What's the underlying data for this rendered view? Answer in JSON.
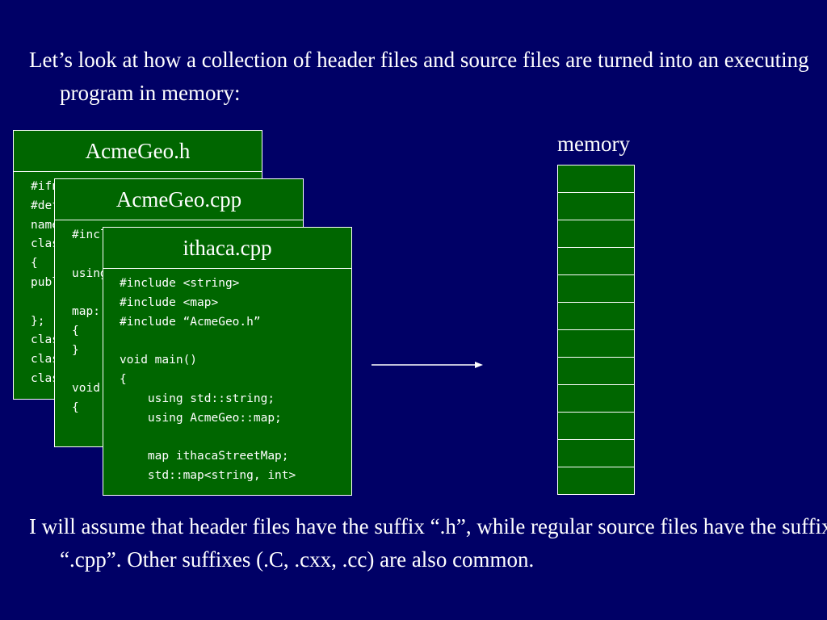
{
  "intro_text": "Let’s look at how a collection of header files and source files are turned into an executing program in memory:",
  "files": [
    {
      "title": "AcmeGeo.h",
      "lines": [
        "#ifndef",
        "#define",
        "namespace",
        "class",
        "{",
        "public:",
        "",
        "};",
        "class",
        "class",
        "class"
      ]
    },
    {
      "title": "AcmeGeo.cpp",
      "lines": [
        "#include",
        "",
        "using",
        "",
        "map::",
        "{",
        "}",
        "",
        "void",
        "{"
      ]
    },
    {
      "title": "ithaca.cpp",
      "lines": [
        "#include <string>",
        "#include <map>",
        "#include “AcmeGeo.h”",
        "",
        "void main()",
        "{",
        "    using std::string;",
        "    using AcmeGeo::map;",
        "",
        "    map ithacaStreetMap;",
        "    std::map<string, int>"
      ]
    }
  ],
  "memory_label": "memory",
  "memory_cells": 12,
  "footer_text": "I will assume that header files have the suffix “.h”, while regular source files have the suffix “.cpp”.  Other suffixes (.C, .cxx, .cc) are also common.",
  "colors": {
    "background": "#000066",
    "box_fill": "#006600",
    "stroke": "#ffffff"
  }
}
